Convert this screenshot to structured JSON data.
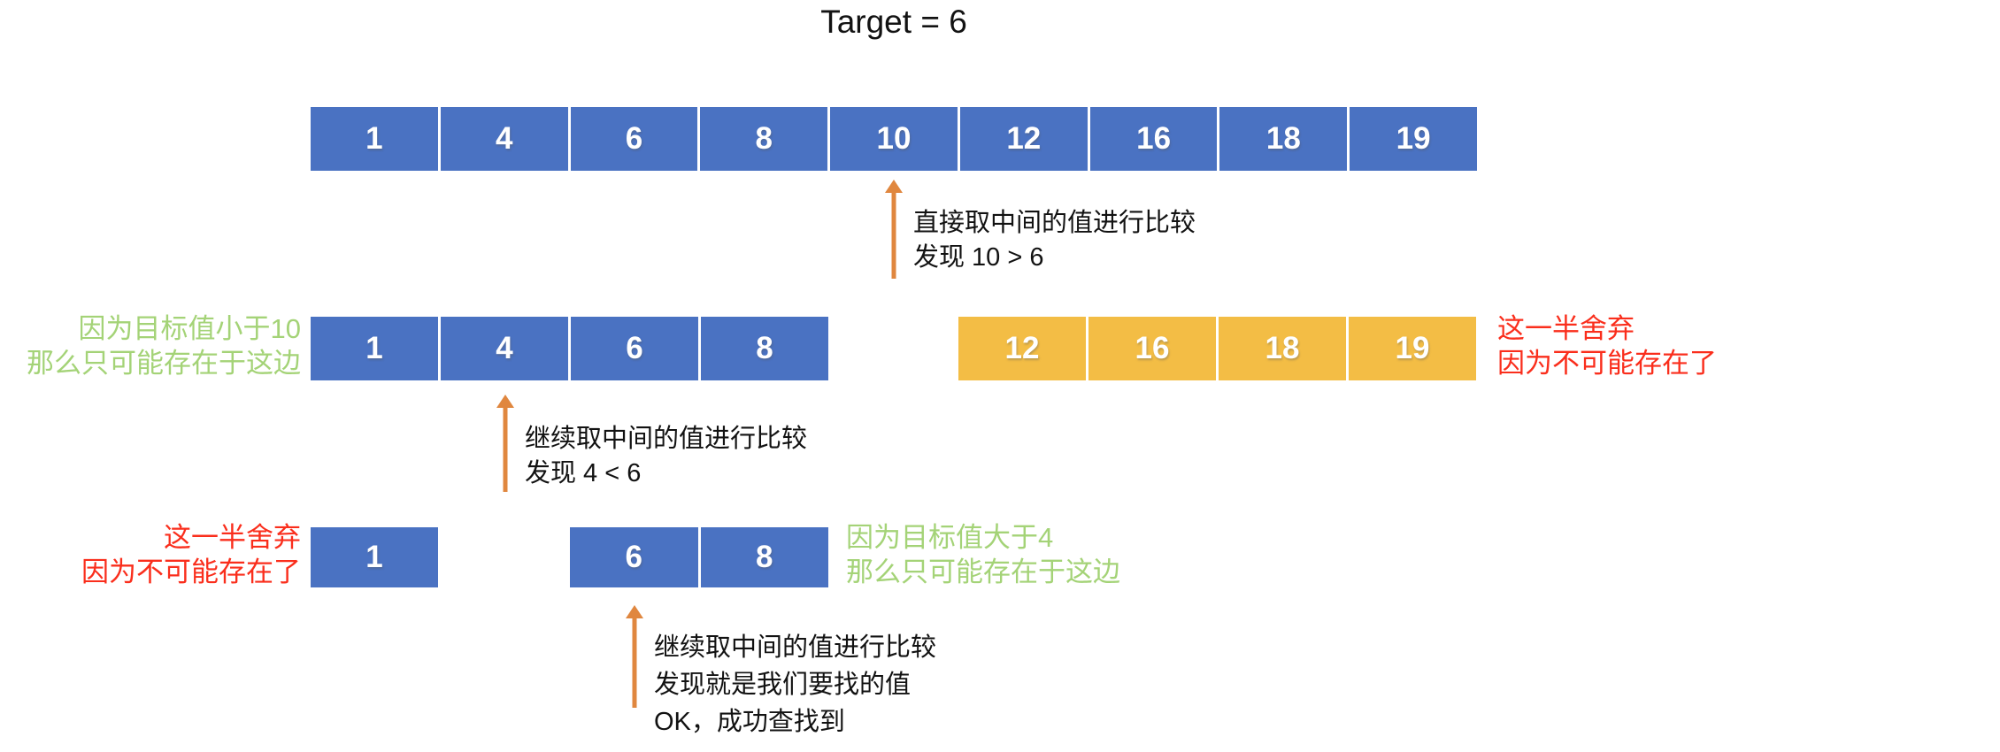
{
  "title": "Target = 6",
  "colors": {
    "cell_blue": "#4a72c2",
    "cell_yellow": "#f3bd45",
    "arrow_orange": "#e0873f",
    "text_green": "#a4d377",
    "text_red": "#fa2e1c",
    "cell_text": "#ffffff"
  },
  "step1": {
    "array": [
      "1",
      "4",
      "6",
      "8",
      "10",
      "12",
      "16",
      "18",
      "19"
    ],
    "annotation": {
      "line1": "直接取中间的值进行比较",
      "line2": "发现 10 > 6"
    }
  },
  "step2": {
    "left_note": {
      "line1": "因为目标值小于10",
      "line2": "那么只可能存在于这边"
    },
    "kept_half": [
      "1",
      "4",
      "6",
      "8"
    ],
    "discarded_half": [
      "12",
      "16",
      "18",
      "19"
    ],
    "right_note": {
      "line1": "这一半舍弃",
      "line2": "因为不可能存在了"
    },
    "annotation": {
      "line1": "继续取中间的值进行比较",
      "line2": "发现 4 < 6"
    }
  },
  "step3": {
    "left_note": {
      "line1": "这一半舍弃",
      "line2": "因为不可能存在了"
    },
    "discarded_cell": "1",
    "kept_cells": [
      "6",
      "8"
    ],
    "right_note": {
      "line1": "因为目标值大于4",
      "line2": "那么只可能存在于这边"
    },
    "annotation": {
      "line1": "继续取中间的值进行比较",
      "line2": "发现就是我们要找的值",
      "line3": "OK，成功查找到"
    }
  }
}
